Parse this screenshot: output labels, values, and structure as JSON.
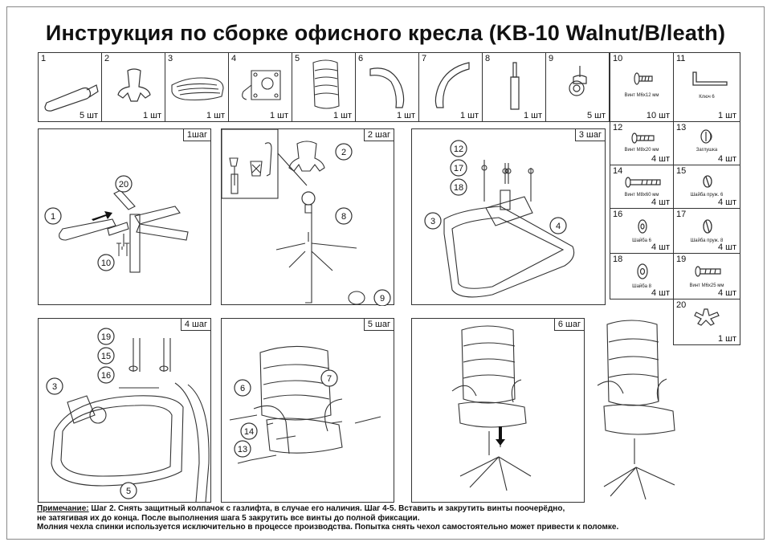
{
  "title": "Инструкция по сборке офисного кресла (KB-10 Walnut/B/leath)",
  "parts": [
    {
      "num": "1",
      "qty": "5 шт",
      "caption": "",
      "icon": "armrest-bar-icon"
    },
    {
      "num": "2",
      "qty": "1 шт",
      "caption": "",
      "icon": "piastra-cover-icon"
    },
    {
      "num": "3",
      "qty": "1 шт",
      "caption": "",
      "icon": "seat-icon"
    },
    {
      "num": "4",
      "qty": "1 шт",
      "caption": "",
      "icon": "mechanism-icon"
    },
    {
      "num": "5",
      "qty": "1 шт",
      "caption": "",
      "icon": "backrest-icon"
    },
    {
      "num": "6",
      "qty": "1 шт",
      "caption": "",
      "icon": "armrest-left-icon"
    },
    {
      "num": "7",
      "qty": "1 шт",
      "caption": "",
      "icon": "armrest-right-icon"
    },
    {
      "num": "8",
      "qty": "1 шт",
      "caption": "",
      "icon": "gas-lift-icon"
    },
    {
      "num": "9",
      "qty": "5 шт",
      "caption": "",
      "icon": "caster-icon"
    },
    {
      "num": "10",
      "qty": "10 шт",
      "caption": "Винт М6х12 мм",
      "icon": "screw-icon"
    },
    {
      "num": "11",
      "qty": "1 шт",
      "caption": "Ключ 6",
      "icon": "hex-key-icon"
    },
    {
      "num": "12",
      "qty": "4 шт",
      "caption": "Винт М8х20 мм",
      "icon": "screw-icon"
    },
    {
      "num": "13",
      "qty": "4 шт",
      "caption": "Заглушка",
      "icon": "cap-plug-icon"
    },
    {
      "num": "14",
      "qty": "4 шт",
      "caption": "Винт М8х60 мм",
      "icon": "long-screw-icon"
    },
    {
      "num": "15",
      "qty": "4 шт",
      "caption": "Шайба пруж. 6",
      "icon": "spring-washer-icon"
    },
    {
      "num": "16",
      "qty": "4 шт",
      "caption": "Шайба 6",
      "icon": "washer-icon"
    },
    {
      "num": "17",
      "qty": "4 шт",
      "caption": "Шайба пруж. 8",
      "icon": "spring-washer-icon"
    },
    {
      "num": "18",
      "qty": "4 шт",
      "caption": "Шайба 8",
      "icon": "washer-icon"
    },
    {
      "num": "19",
      "qty": "4 шт",
      "caption": "Винт М6х25 мм",
      "icon": "screw-icon"
    },
    {
      "num": "20",
      "qty": "1 шт",
      "caption": "",
      "icon": "cross-base-icon"
    }
  ],
  "steps": [
    {
      "label": "1шаг",
      "callouts": [
        "1",
        "20",
        "10"
      ]
    },
    {
      "label": "2 шаг",
      "callouts": [
        "2",
        "8",
        "9"
      ]
    },
    {
      "label": "3 шаг",
      "callouts": [
        "12",
        "17",
        "18",
        "3",
        "4"
      ]
    },
    {
      "label": "4 шаг",
      "callouts": [
        "19",
        "15",
        "16",
        "3",
        "5"
      ]
    },
    {
      "label": "5 шаг",
      "callouts": [
        "6",
        "7",
        "14",
        "13"
      ]
    },
    {
      "label": "6 шаг",
      "callouts": []
    }
  ],
  "note": {
    "label": "Примечание:",
    "line1": " Шаг 2. Снять защитный колпачок с газлифта, в случае его наличия. Шаг 4-5. Вставить и закрутить винты поочерёдно,",
    "line2": "не затягивая их до конца. После выполнения шага 5 закрутить все винты до полной фиксации.",
    "line3": "Молния чехла спинки используется исключительно в процессе производства. Попытка снять чехол самостоятельно может привести к поломке."
  }
}
